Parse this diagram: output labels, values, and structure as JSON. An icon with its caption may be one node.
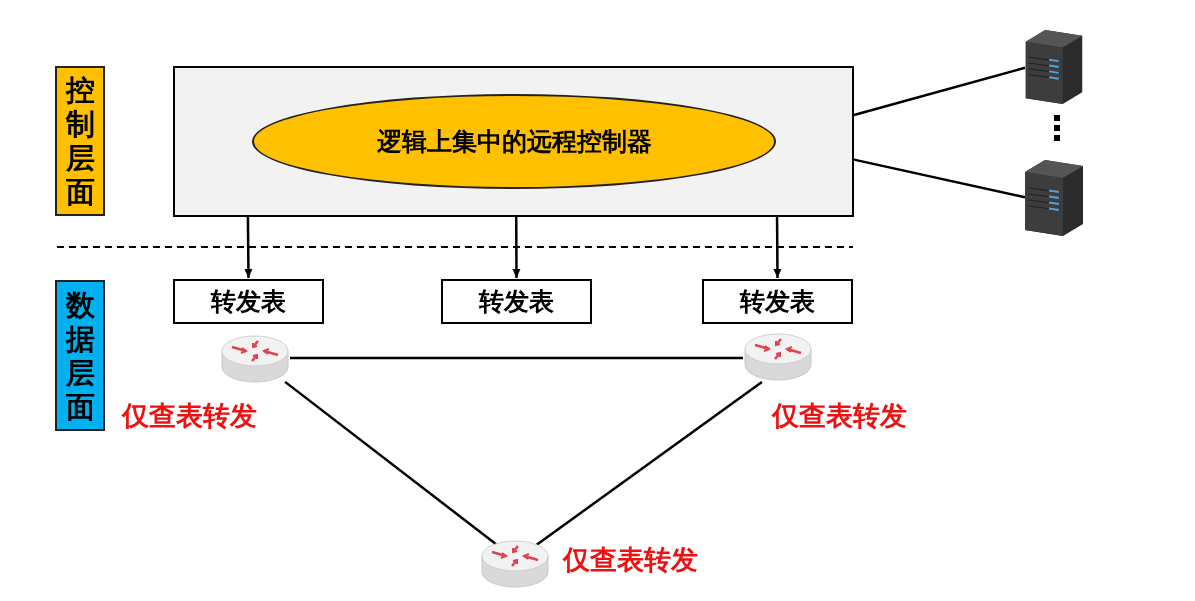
{
  "diagram": {
    "nodes": [
      {
        "text": [],
        "shape": "box"
      },
      {
        "text": [
          "逻辑上集中的远程控制器"
        ],
        "in": 0
      },
      {
        "text": [],
        "shape": "server"
      },
      {
        "text": [],
        "shape": "server"
      },
      {
        "text": [
          "转发表"
        ]
      },
      {
        "text": [
          "转发表"
        ]
      },
      {
        "text": [
          "转发表"
        ]
      },
      {
        "text": [],
        "shape": "router",
        "beside": [
          "仅查表转发"
        ]
      },
      {
        "text": [],
        "shape": "router",
        "beside": [
          "仅查表转发"
        ]
      },
      {
        "text": [],
        "shape": "router",
        "beside": [
          "仅查表转发"
        ]
      }
    ],
    "edges": [
      {
        "from": 0,
        "to": 2,
        "arrow": "none"
      },
      {
        "from": 0,
        "to": 3,
        "arrow": "none"
      },
      {
        "from": 0,
        "to": 4,
        "arrow": "to"
      },
      {
        "from": 0,
        "to": 5,
        "arrow": "to"
      },
      {
        "from": 0,
        "to": 6,
        "arrow": "to"
      },
      {
        "from": 7,
        "to": 8,
        "arrow": "none"
      },
      {
        "from": 7,
        "to": 9,
        "arrow": "none"
      },
      {
        "from": 8,
        "to": 9,
        "arrow": "none"
      }
    ],
    "labels": [
      "控制层面",
      "数据层面"
    ]
  }
}
